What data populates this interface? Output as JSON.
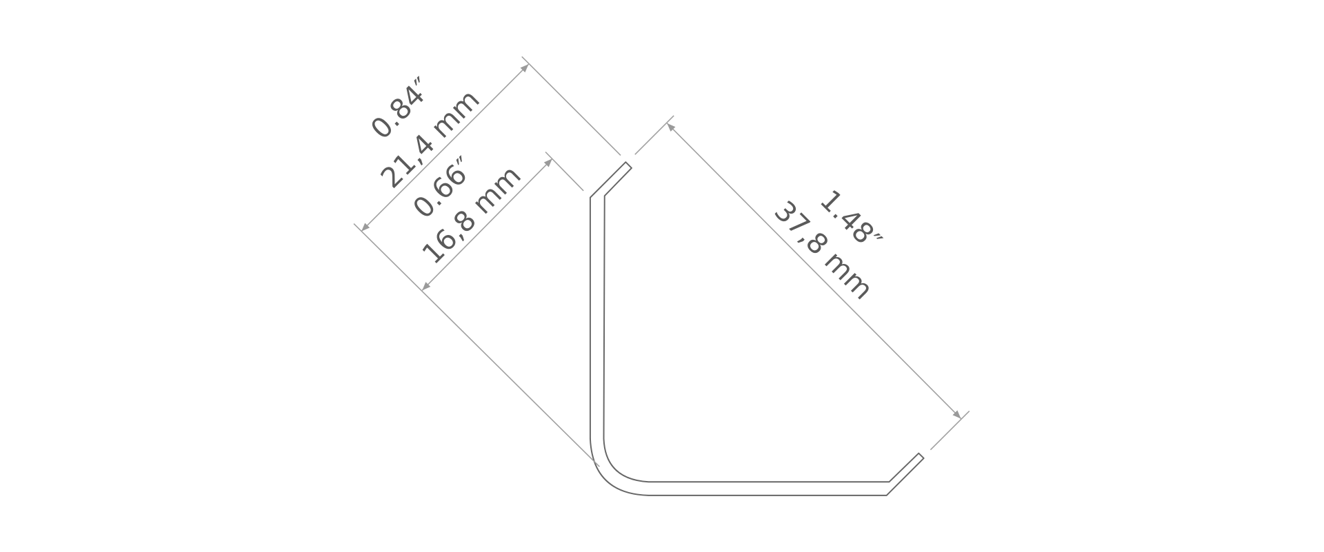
{
  "diagram": {
    "type": "corner profile cross-section",
    "dimensions": [
      {
        "inch": "0.84″",
        "mm": "21,4 mm"
      },
      {
        "inch": "0.66″",
        "mm": "16,8 mm"
      },
      {
        "inch": "1.48″",
        "mm": "37,8 mm"
      }
    ],
    "colors": {
      "profile": "#666666",
      "dimension_lines": "#a0a0a0",
      "text": "#5a5a5a"
    }
  }
}
